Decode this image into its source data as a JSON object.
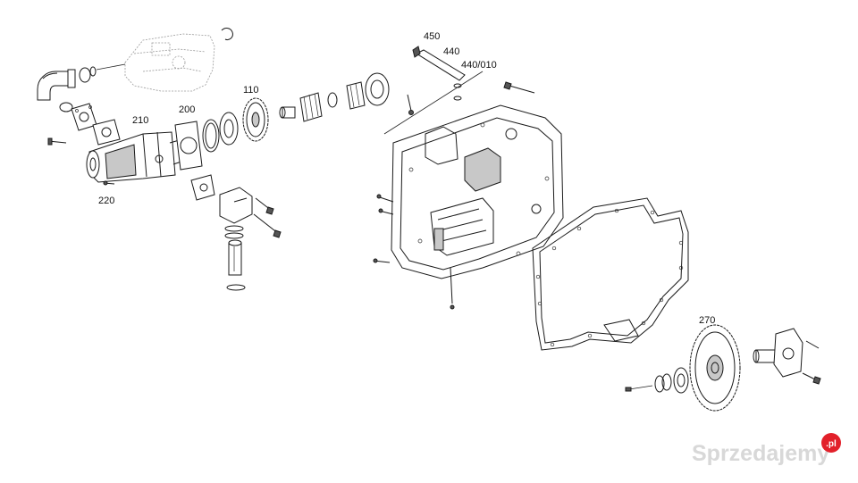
{
  "diagram": {
    "part_labels": [
      {
        "id": "450",
        "text": "450"
      },
      {
        "id": "440",
        "text": "440"
      },
      {
        "id": "440_010",
        "text": "440/010"
      },
      {
        "id": "110",
        "text": "110"
      },
      {
        "id": "210",
        "text": "210"
      },
      {
        "id": "200",
        "text": "200"
      },
      {
        "id": "220",
        "text": "220"
      },
      {
        "id": "270",
        "text": "270"
      }
    ]
  },
  "watermark": {
    "text": "Sprzedajemy",
    "suffix": ".pl",
    "badge_color": "#e2202a"
  }
}
